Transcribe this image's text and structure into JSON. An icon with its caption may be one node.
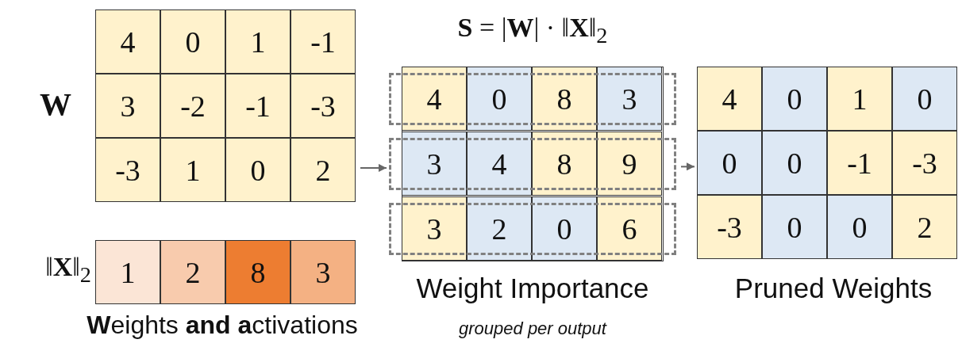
{
  "diagram": {
    "nodes": [
      {
        "text": [
          "4",
          "0",
          "1",
          "-1",
          "3",
          "-2",
          "-1",
          "-3",
          "-3",
          "1",
          "0",
          "2"
        ],
        "beside": [
          "W"
        ]
      },
      {
        "text": [
          "1",
          "2",
          "8",
          "3"
        ],
        "beside": [
          "‖**X**‖$_{2}$"
        ]
      },
      {
        "text": [],
        "shape": "box",
        "beside": [
          "Weight Importance",
          "grouped per output"
        ]
      },
      {
        "text": [
          "4",
          "0",
          "8",
          "3"
        ],
        "in": 2
      },
      {
        "text": [
          "3",
          "4",
          "8",
          "9"
        ],
        "in": 2
      },
      {
        "text": [
          "3",
          "2",
          "0",
          "6"
        ],
        "in": 2
      },
      {
        "text": [
          "4",
          "0",
          "1",
          "0",
          "0",
          "0",
          "-1",
          "-3",
          "-3",
          "0",
          "0",
          "2"
        ],
        "beside": [
          "Pruned Weights"
        ]
      }
    ],
    "edges": [
      {
        "from": 0,
        "to": 2,
        "arrow": "to"
      },
      {
        "from": 2,
        "to": 6,
        "arrow": "to"
      }
    ],
    "labels": [
      "**S** = |**W**| · ‖**X**‖$_{2}$",
      "**W**eights **and** **a**ctivations"
    ]
  }
}
